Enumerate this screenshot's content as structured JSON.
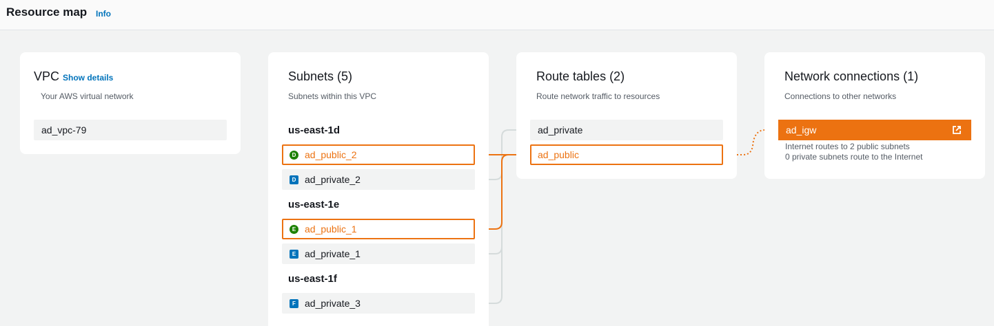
{
  "header": {
    "title": "Resource map",
    "info": "Info"
  },
  "vpc": {
    "title": "VPC",
    "show_details": "Show details",
    "subtitle": "Your AWS virtual network",
    "item": "ad_vpc-79"
  },
  "subnets": {
    "title": "Subnets (5)",
    "subtitle": "Subnets within this VPC",
    "zones": [
      {
        "name": "us-east-1d",
        "items": [
          {
            "letter": "D",
            "label": "ad_public_2",
            "public": true
          },
          {
            "letter": "D",
            "label": "ad_private_2",
            "public": false
          }
        ]
      },
      {
        "name": "us-east-1e",
        "items": [
          {
            "letter": "E",
            "label": "ad_public_1",
            "public": true
          },
          {
            "letter": "E",
            "label": "ad_private_1",
            "public": false
          }
        ]
      },
      {
        "name": "us-east-1f",
        "items": [
          {
            "letter": "F",
            "label": "ad_private_3",
            "public": false
          }
        ]
      }
    ]
  },
  "route_tables": {
    "title": "Route tables (2)",
    "subtitle": "Route network traffic to resources",
    "items": [
      "ad_private",
      "ad_public"
    ]
  },
  "network": {
    "title": "Network connections (1)",
    "subtitle": "Connections to other networks",
    "igw_label": "ad_igw",
    "lines": [
      "Internet routes to 2 public subnets",
      "0 private subnets route to the Internet"
    ]
  },
  "colors": {
    "accent": "#ec7211",
    "link": "#0073bb",
    "public_badge": "#1d8102",
    "private_badge": "#0073bb",
    "connector": "#d5dbdb"
  }
}
